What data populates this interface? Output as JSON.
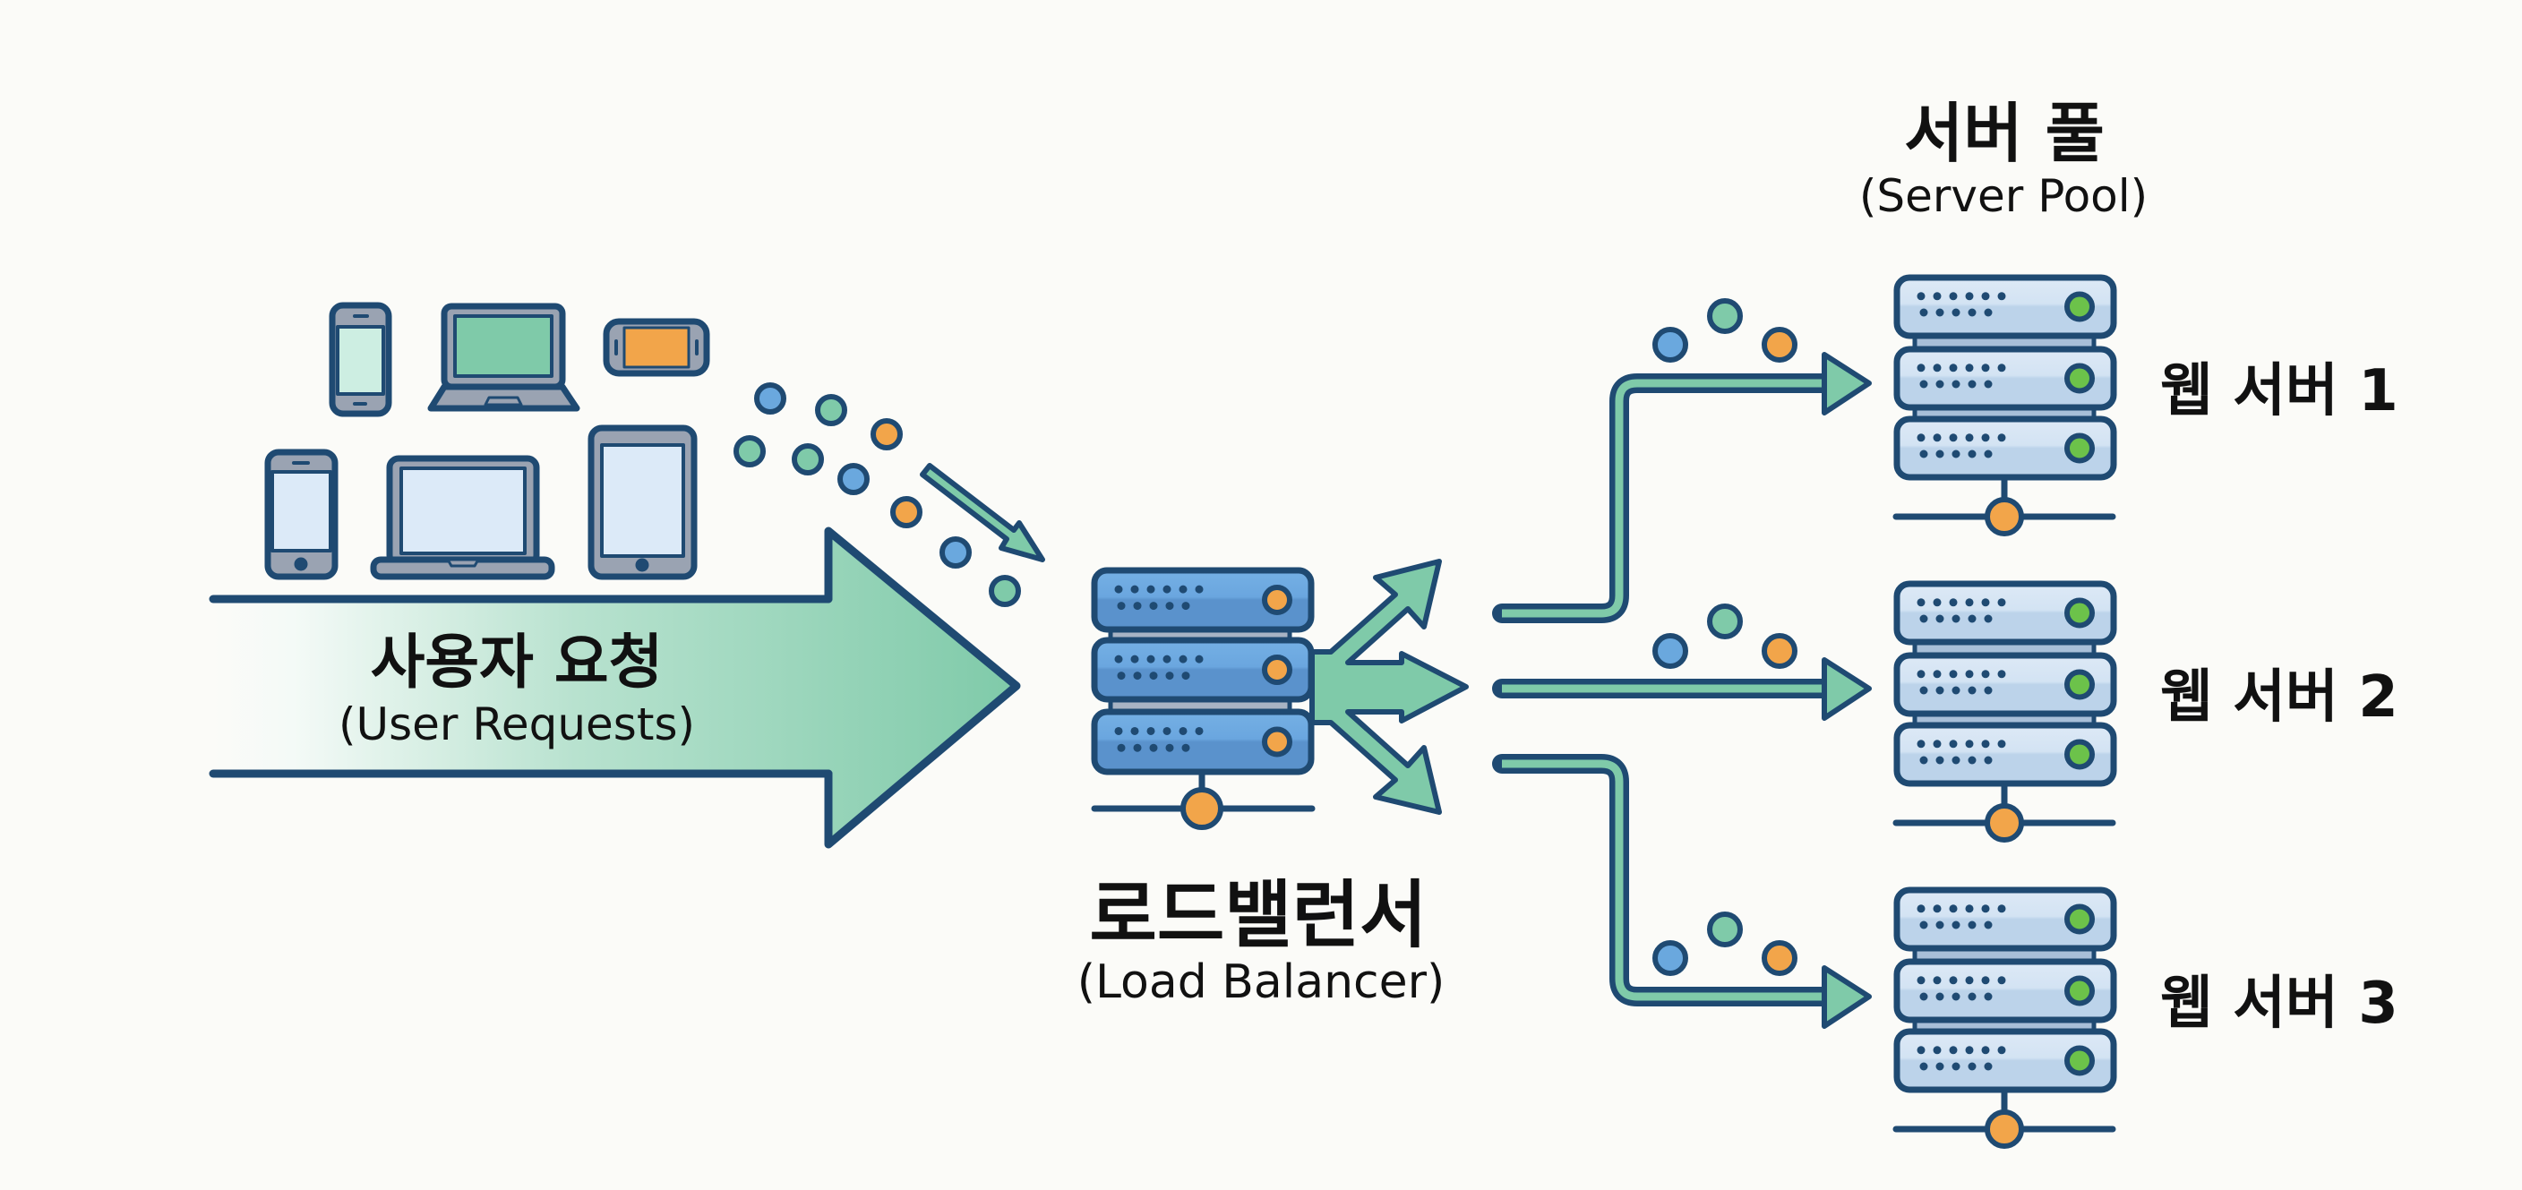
{
  "diagram": {
    "title": "Load balancing architecture",
    "colors": {
      "outline": "#1f4a72",
      "accent_green": "#7fcaa9",
      "accent_blue": "#6aa8de",
      "accent_orange": "#f2a54a",
      "led_green": "#6cc24a",
      "lb_server_fill": "#5f98d3",
      "web_server_fill": "#cfe0f2",
      "device_gray": "#9aa3b2",
      "background": "#fbfbf8"
    },
    "user_requests": {
      "label_ko": "사용자 요청",
      "label_en": "(User Requests)",
      "devices": [
        {
          "type": "smartphone",
          "screen_color": "#cdeee2"
        },
        {
          "type": "laptop",
          "screen_color": "#7fcaa9"
        },
        {
          "type": "smartphone-landscape",
          "screen_color": "#f2a54a"
        },
        {
          "type": "smartphone",
          "screen_color": "#dceaf8"
        },
        {
          "type": "laptop",
          "screen_color": "#dceaf8"
        },
        {
          "type": "tablet",
          "screen_color": "#dceaf8"
        }
      ],
      "request_packets": [
        "blue",
        "green",
        "orange",
        "green",
        "green",
        "blue",
        "orange",
        "blue",
        "green"
      ]
    },
    "load_balancer": {
      "label_ko": "로드밸런서",
      "label_en": "(Load Balancer)",
      "units": 3,
      "led_color": "orange",
      "outputs": 3
    },
    "server_pool": {
      "label_ko": "서버 풀",
      "label_en": "(Server Pool)",
      "servers": [
        {
          "label": "웹 서버 1",
          "packets": [
            "blue",
            "green",
            "orange"
          ]
        },
        {
          "label": "웹 서버 2",
          "packets": [
            "blue",
            "green",
            "orange"
          ]
        },
        {
          "label": "웹 서버 3",
          "packets": [
            "blue",
            "green",
            "orange"
          ]
        }
      ]
    }
  }
}
